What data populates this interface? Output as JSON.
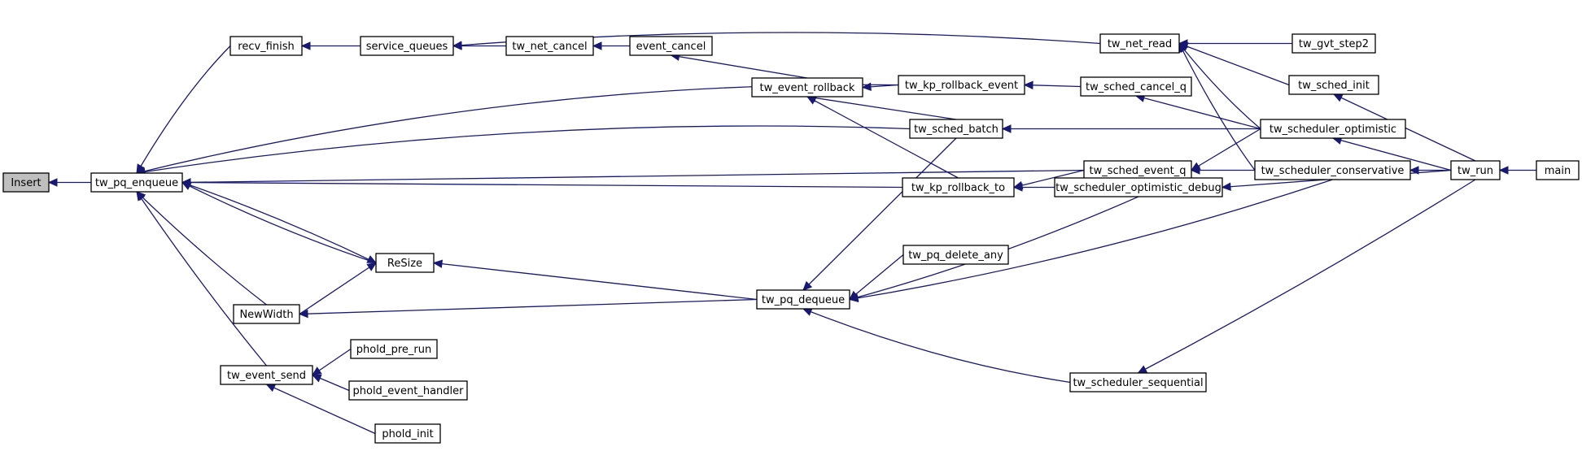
{
  "diagram": {
    "type": "caller-graph",
    "colors": {
      "edge": "#191970",
      "node_border": "#000000",
      "node_fill": "#ffffff",
      "root_fill": "#bfbfbf"
    },
    "nodes": [
      {
        "id": "Insert",
        "label": "Insert"
      },
      {
        "id": "tw_pq_enqueue",
        "label": "tw_pq_enqueue"
      },
      {
        "id": "recv_finish",
        "label": "recv_finish"
      },
      {
        "id": "service_queues",
        "label": "service_queues"
      },
      {
        "id": "tw_net_cancel",
        "label": "tw_net_cancel"
      },
      {
        "id": "event_cancel",
        "label": "event_cancel"
      },
      {
        "id": "tw_net_read",
        "label": "tw_net_read"
      },
      {
        "id": "tw_gvt_step2",
        "label": "tw_gvt_step2"
      },
      {
        "id": "tw_sched_init",
        "label": "tw_sched_init"
      },
      {
        "id": "tw_event_rollback",
        "label": "tw_event_rollback"
      },
      {
        "id": "tw_kp_rollback_event",
        "label": "tw_kp_rollback_event"
      },
      {
        "id": "tw_sched_cancel_q",
        "label": "tw_sched_cancel_q"
      },
      {
        "id": "tw_sched_batch",
        "label": "tw_sched_batch"
      },
      {
        "id": "tw_scheduler_optimistic",
        "label": "tw_scheduler_optimistic"
      },
      {
        "id": "tw_sched_event_q",
        "label": "tw_sched_event_q"
      },
      {
        "id": "tw_scheduler_conservative",
        "label": "tw_scheduler_conservative"
      },
      {
        "id": "tw_run",
        "label": "tw_run"
      },
      {
        "id": "main",
        "label": "main"
      },
      {
        "id": "tw_kp_rollback_to",
        "label": "tw_kp_rollback_to"
      },
      {
        "id": "tw_scheduler_optimistic_debug",
        "label": "tw_scheduler_optimistic_debug"
      },
      {
        "id": "ReSize",
        "label": "ReSize"
      },
      {
        "id": "tw_pq_delete_any",
        "label": "tw_pq_delete_any"
      },
      {
        "id": "NewWidth",
        "label": "NewWidth"
      },
      {
        "id": "tw_pq_dequeue",
        "label": "tw_pq_dequeue"
      },
      {
        "id": "phold_pre_run",
        "label": "phold_pre_run"
      },
      {
        "id": "tw_event_send",
        "label": "tw_event_send"
      },
      {
        "id": "phold_event_handler",
        "label": "phold_event_handler"
      },
      {
        "id": "tw_scheduler_sequential",
        "label": "tw_scheduler_sequential"
      },
      {
        "id": "phold_init",
        "label": "phold_init"
      }
    ],
    "edges": [
      {
        "from": "tw_pq_enqueue",
        "to": "Insert"
      },
      {
        "from": "recv_finish",
        "to": "tw_pq_enqueue"
      },
      {
        "from": "tw_kp_rollback_event",
        "to": "tw_pq_enqueue"
      },
      {
        "from": "tw_sched_batch",
        "to": "tw_pq_enqueue"
      },
      {
        "from": "tw_sched_event_q",
        "to": "tw_pq_enqueue"
      },
      {
        "from": "tw_kp_rollback_to",
        "to": "tw_pq_enqueue"
      },
      {
        "from": "ReSize",
        "to": "tw_pq_enqueue"
      },
      {
        "from": "NewWidth",
        "to": "tw_pq_enqueue"
      },
      {
        "from": "tw_event_send",
        "to": "tw_pq_enqueue"
      },
      {
        "from": "service_queues",
        "to": "recv_finish"
      },
      {
        "from": "tw_net_cancel",
        "to": "service_queues"
      },
      {
        "from": "tw_net_read",
        "to": "service_queues"
      },
      {
        "from": "event_cancel",
        "to": "tw_net_cancel"
      },
      {
        "from": "tw_event_rollback",
        "to": "event_cancel"
      },
      {
        "from": "tw_gvt_step2",
        "to": "tw_net_read"
      },
      {
        "from": "tw_sched_init",
        "to": "tw_net_read"
      },
      {
        "from": "tw_scheduler_optimistic",
        "to": "tw_net_read"
      },
      {
        "from": "tw_scheduler_conservative",
        "to": "tw_net_read"
      },
      {
        "from": "tw_kp_rollback_event",
        "to": "tw_event_rollback"
      },
      {
        "from": "tw_sched_batch",
        "to": "tw_event_rollback"
      },
      {
        "from": "tw_kp_rollback_to",
        "to": "tw_event_rollback"
      },
      {
        "from": "tw_sched_cancel_q",
        "to": "tw_kp_rollback_event"
      },
      {
        "from": "tw_scheduler_optimistic",
        "to": "tw_sched_cancel_q"
      },
      {
        "from": "tw_scheduler_optimistic",
        "to": "tw_sched_batch"
      },
      {
        "from": "tw_scheduler_optimistic",
        "to": "tw_sched_event_q"
      },
      {
        "from": "tw_scheduler_conservative",
        "to": "tw_sched_event_q"
      },
      {
        "from": "tw_run",
        "to": "tw_sched_init"
      },
      {
        "from": "tw_run",
        "to": "tw_scheduler_optimistic"
      },
      {
        "from": "tw_run",
        "to": "tw_scheduler_conservative"
      },
      {
        "from": "tw_run",
        "to": "tw_scheduler_optimistic_debug"
      },
      {
        "from": "tw_run",
        "to": "tw_scheduler_sequential"
      },
      {
        "from": "main",
        "to": "tw_run"
      },
      {
        "from": "tw_sched_event_q",
        "to": "tw_kp_rollback_to"
      },
      {
        "from": "tw_scheduler_optimistic_debug",
        "to": "tw_kp_rollback_to"
      },
      {
        "from": "tw_pq_dequeue",
        "to": "ReSize"
      },
      {
        "from": "tw_pq_enqueue",
        "to": "ReSize"
      },
      {
        "from": "NewWidth",
        "to": "ReSize"
      },
      {
        "from": "tw_pq_dequeue",
        "to": "NewWidth"
      },
      {
        "from": "tw_sched_batch",
        "to": "tw_pq_dequeue"
      },
      {
        "from": "tw_pq_delete_any",
        "to": "tw_pq_dequeue"
      },
      {
        "from": "tw_scheduler_optimistic_debug",
        "to": "tw_pq_dequeue"
      },
      {
        "from": "tw_scheduler_conservative",
        "to": "tw_pq_dequeue"
      },
      {
        "from": "tw_scheduler_sequential",
        "to": "tw_pq_dequeue"
      },
      {
        "from": "phold_pre_run",
        "to": "tw_event_send"
      },
      {
        "from": "phold_event_handler",
        "to": "tw_event_send"
      },
      {
        "from": "phold_init",
        "to": "tw_event_send"
      }
    ]
  }
}
